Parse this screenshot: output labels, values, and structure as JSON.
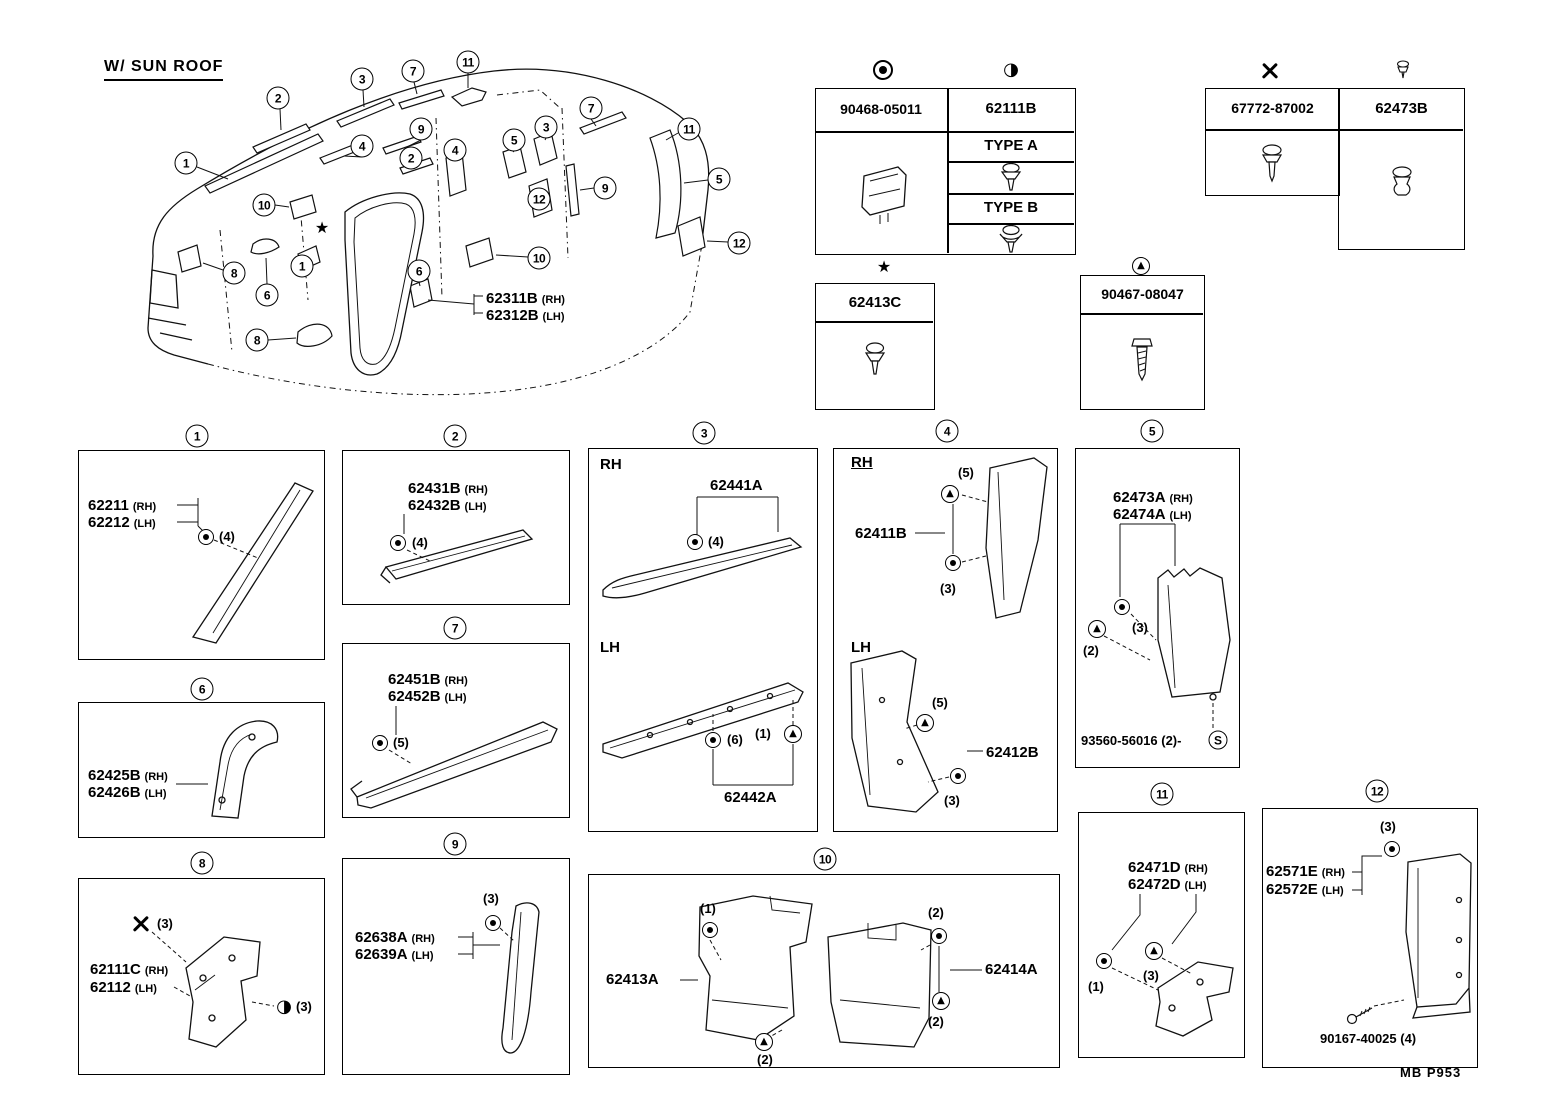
{
  "page": {
    "sunroof_label": "W/ SUN ROOF",
    "footer_code": "MB  P953"
  },
  "glyphs": {
    "star": "★",
    "half_moon": "◑",
    "triangle": "▲",
    "s_mark": "S"
  },
  "diagram": {
    "callouts": [
      "2",
      "3",
      "7",
      "11",
      "9",
      "4",
      "2",
      "4",
      "5",
      "3",
      "7",
      "11",
      "1",
      "10",
      "12",
      "9",
      "5",
      "12",
      "8",
      "6",
      "1",
      "6",
      "10",
      "8"
    ],
    "center_part": {
      "rh": "62311B",
      "rh_tag": "(RH)",
      "lh": "62312B",
      "lh_tag": "(LH)"
    }
  },
  "legend": {
    "clip_table": {
      "left_header": "90468-05011",
      "right_header": "62111B",
      "type_a": "TYPE A",
      "type_b": "TYPE B"
    },
    "fastener_left": "67772-87002",
    "fastener_right": "62473B",
    "clip_part": "62413C",
    "screw_part": "90467-08047"
  },
  "sections": {
    "s1": {
      "num": "1",
      "part1": "62211",
      "tag1": "(RH)",
      "part2": "62212",
      "tag2": "(LH)",
      "qty": "(4)"
    },
    "s2": {
      "num": "2",
      "part1": "62431B",
      "tag1": "(RH)",
      "part2": "62432B",
      "tag2": "(LH)",
      "qty": "(4)"
    },
    "s3": {
      "num": "3",
      "rh": "RH",
      "lh": "LH",
      "part_rh": "62441A",
      "qty_rh": "(4)",
      "qty_lh1": "(6)",
      "qty_lh2": "(1)",
      "part_lh": "62442A"
    },
    "s4": {
      "num": "4",
      "rh": "RH",
      "lh": "LH",
      "part_rh": "62411B",
      "qty_rh1": "(5)",
      "qty_rh2": "(3)",
      "part_lh": "62412B",
      "qty_lh1": "(5)",
      "qty_lh2": "(3)"
    },
    "s5": {
      "num": "5",
      "part1": "62473A",
      "tag1": "(RH)",
      "part2": "62474A",
      "tag2": "(LH)",
      "qty1": "(3)",
      "qty2": "(2)",
      "screw": "93560-56016 (2)-"
    },
    "s6": {
      "num": "6",
      "part1": "62425B",
      "tag1": "(RH)",
      "part2": "62426B",
      "tag2": "(LH)"
    },
    "s7": {
      "num": "7",
      "part1": "62451B",
      "tag1": "(RH)",
      "part2": "62452B",
      "tag2": "(LH)",
      "qty": "(5)"
    },
    "s8": {
      "num": "8",
      "qty1": "(3)",
      "part1": "62111C",
      "tag1": "(RH)",
      "part2": "62112",
      "tag2": "(LH)",
      "qty2": "(3)"
    },
    "s9": {
      "num": "9",
      "qty": "(3)",
      "part1": "62638A",
      "tag1": "(RH)",
      "part2": "62639A",
      "tag2": "(LH)"
    },
    "s10": {
      "num": "10",
      "part_left": "62413A",
      "qty_left1": "(1)",
      "qty_left2": "(2)",
      "part_right": "62414A",
      "qty_right1": "(2)",
      "qty_right2": "(2)"
    },
    "s11": {
      "num": "11",
      "part1": "62471D",
      "tag1": "(RH)",
      "part2": "62472D",
      "tag2": "(LH)",
      "qty1": "(1)",
      "qty2": "(3)"
    },
    "s12": {
      "num": "12",
      "qty1": "(3)",
      "part1": "62571E",
      "tag1": "(RH)",
      "part2": "62572E",
      "tag2": "(LH)",
      "screw": "90167-40025 (4)"
    }
  }
}
